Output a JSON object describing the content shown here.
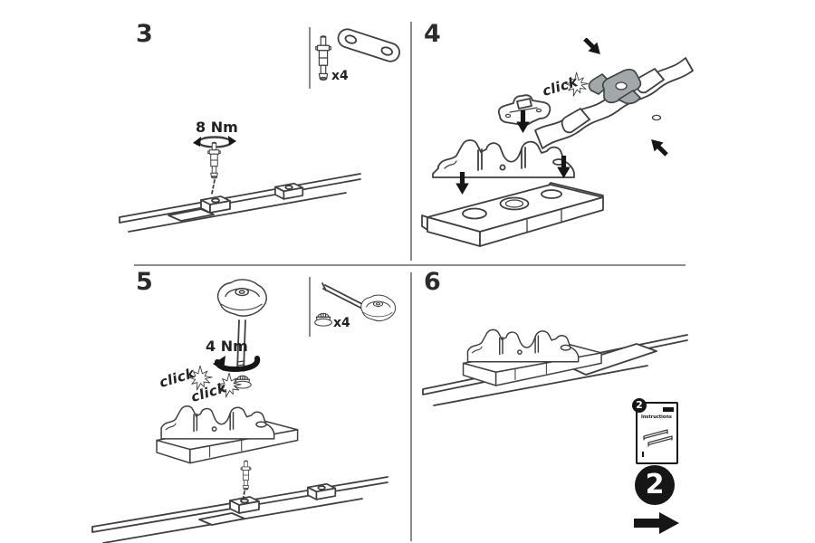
{
  "page": {
    "colors": {
      "background": "#ffffff",
      "line": "#3f3f3f",
      "ink": "#161616",
      "divider": "#8c8c8c",
      "highlight": "#a2a7aa"
    }
  },
  "steps": {
    "step3": {
      "number": "3",
      "torque": "8 Nm",
      "quantity": "x4"
    },
    "step4": {
      "number": "4",
      "click": "click"
    },
    "step5": {
      "number": "5",
      "torque": "4 Nm",
      "quantity": "x4",
      "click_first": "click",
      "click_second": "click"
    },
    "step6": {
      "number": "6"
    }
  },
  "footer": {
    "instructions_card": {
      "badge": "2",
      "title": "Instructions"
    },
    "kit_number": "2"
  }
}
